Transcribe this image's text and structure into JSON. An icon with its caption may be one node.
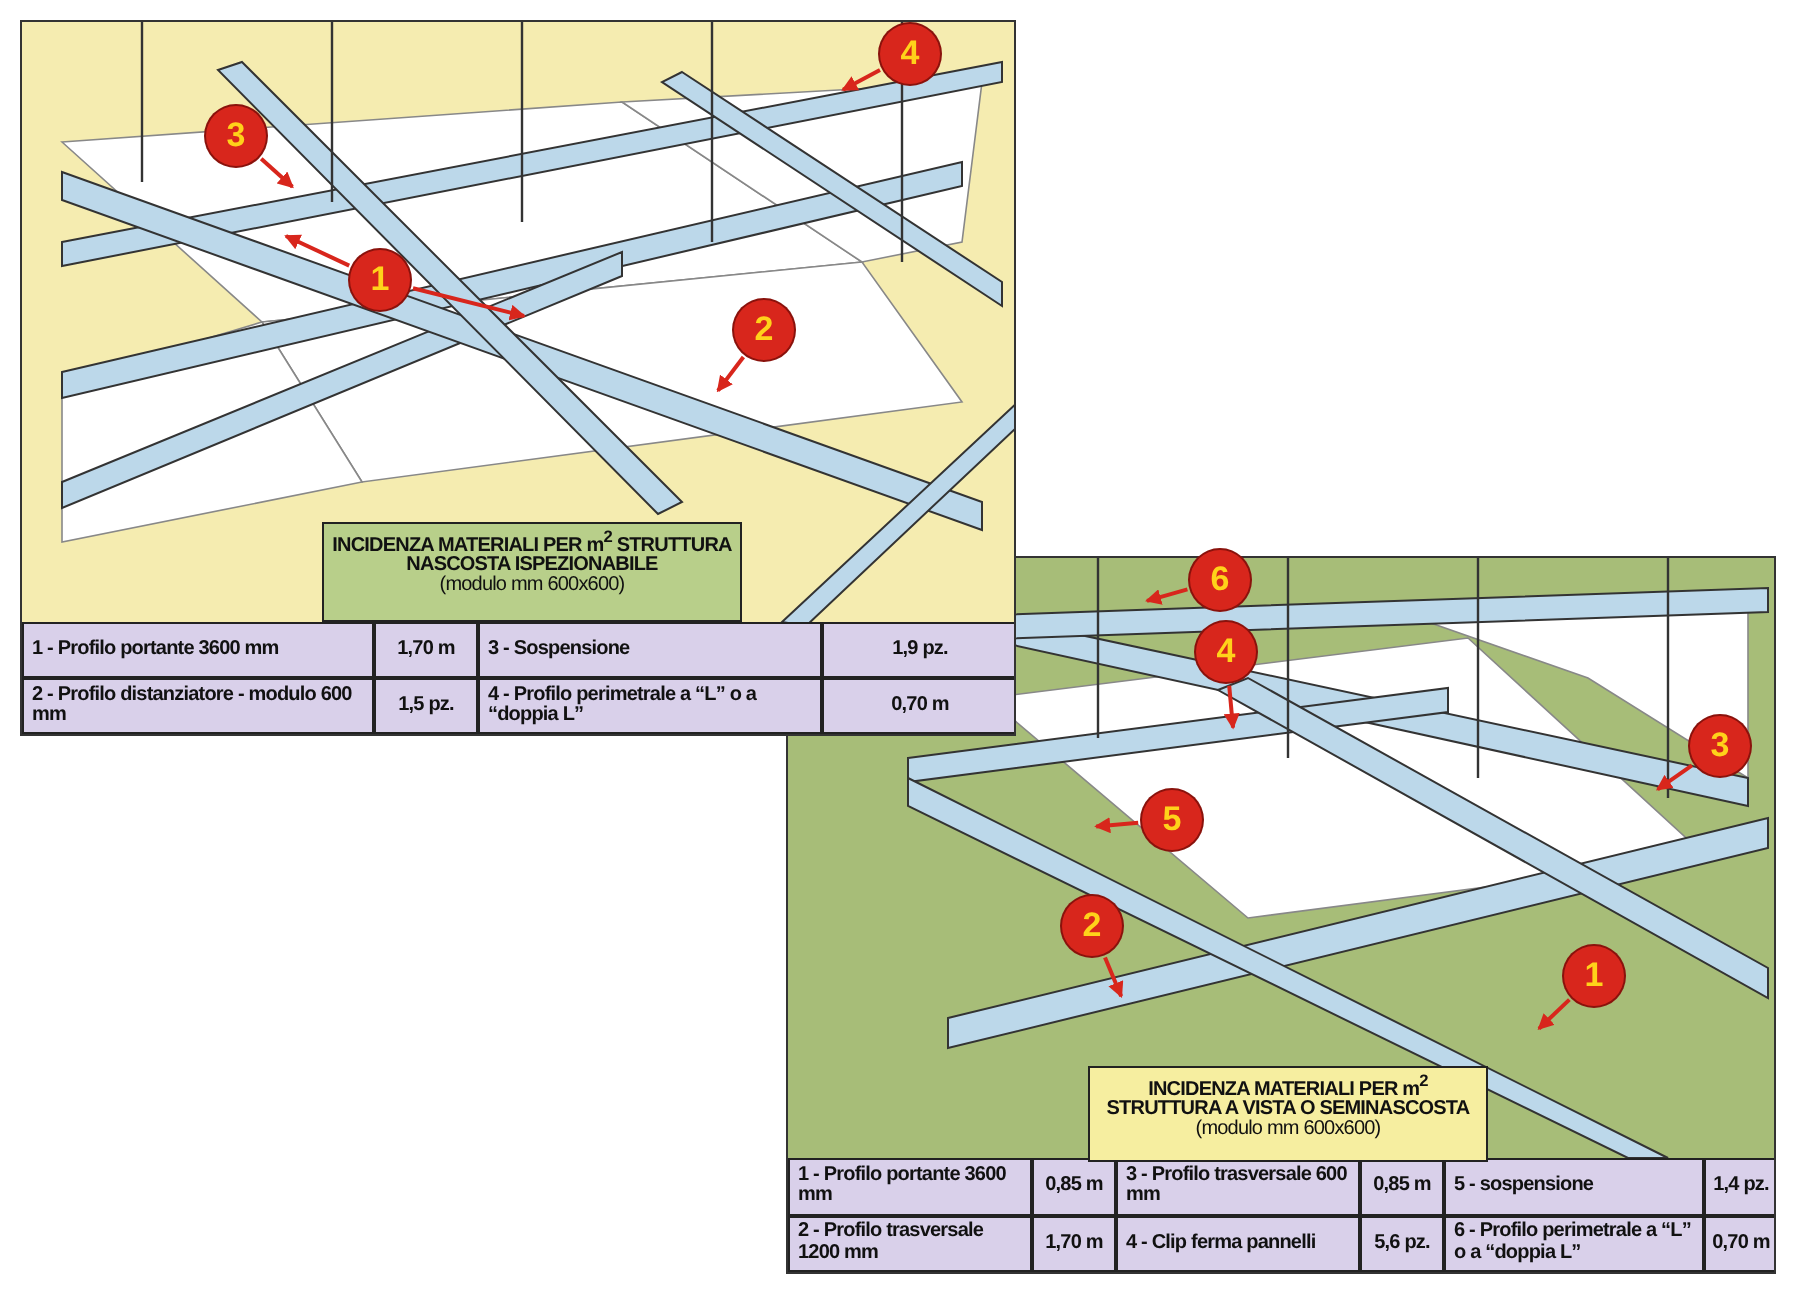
{
  "diagram": {
    "nodes": [
      {
        "text": [
          "INCIDENZA MATERIALI PER m$^{2}$ STRUTTURA NASCOSTA ISPEZIONABILE",
          "(modulo mm 600x600)"
        ]
      },
      {
        "text": [
          "4"
        ]
      },
      {
        "text": [
          "3"
        ]
      },
      {
        "text": [
          "1"
        ]
      },
      {
        "text": [
          "2"
        ]
      },
      {
        "text": [
          "6"
        ]
      },
      {
        "text": [
          "4"
        ]
      },
      {
        "text": [
          "3"
        ]
      },
      {
        "text": [
          "5"
        ]
      },
      {
        "text": [
          "2"
        ]
      },
      {
        "text": [
          "1"
        ]
      },
      {
        "text": [
          "INCIDENZA MATERIALI PER m$^{2}$ STRUTTURA A VISTA O SEMINASCOSTA",
          "(modulo mm 600x600)"
        ]
      }
    ],
    "edges": [
      {
        "from": 1,
        "to": null,
        "arrow": "to"
      },
      {
        "from": 2,
        "to": null,
        "arrow": "to"
      },
      {
        "from": 3,
        "to": null,
        "arrow": "to"
      },
      {
        "from": 3,
        "to": null,
        "arrow": "to"
      },
      {
        "from": 4,
        "to": null,
        "arrow": "to"
      },
      {
        "from": 5,
        "to": null,
        "arrow": "to"
      },
      {
        "from": 6,
        "to": null,
        "arrow": "to"
      },
      {
        "from": 7,
        "to": null,
        "arrow": "to"
      },
      {
        "from": 8,
        "to": null,
        "arrow": "to"
      },
      {
        "from": 9,
        "to": null,
        "arrow": "to"
      },
      {
        "from": 10,
        "to": null,
        "arrow": "to"
      }
    ],
    "labels": [
      "1 - Profilo portante 3600 mm",
      "1,70 m",
      "3 - Sospensione",
      "1,9 pz.",
      "2 - Profilo distanziatore - modulo 600 mm",
      "1,5 pz.",
      "4 - Profilo perimetrale a “L” o a “doppia L”",
      "0,70 m",
      "1 - Profilo portante 3600 mm",
      "0,85 m",
      "3 - Profilo trasversale 600 mm",
      "0,85 m",
      "5 - sospensione",
      "1,4 pz.",
      "2 - Profilo trasversale 1200 mm",
      "1,70 m",
      "4 - Clip ferma pannelli",
      "5,6 pz.",
      "6 - Profilo perimetrale a “L” o a “doppia L”",
      "0,70 m"
    ]
  }
}
